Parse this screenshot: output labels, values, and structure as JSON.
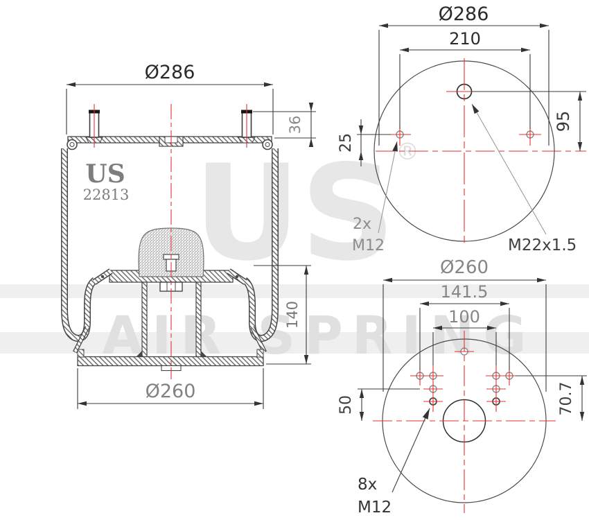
{
  "title": "US Air Spring 22813 technical drawing",
  "colors": {
    "red": "#e53030",
    "line_dark": "#3a3a3a",
    "dim_gray": "#868686",
    "watermark": "#e6e6e6",
    "background": "#ffffff"
  },
  "watermark": {
    "brand": "US",
    "registered": "®",
    "name": "AIR SPRING"
  },
  "side_view": {
    "dia_top": "Ø286",
    "stud_height": "36",
    "piston_height": "140",
    "dia_bottom": "Ø260",
    "brand_marking": "US",
    "part_number": "22813"
  },
  "top_view": {
    "dia": "Ø286",
    "stud_spacing": "210",
    "port_offset": "95",
    "stud_offset": "25",
    "stud_qty": "2x",
    "stud_thread": "M12",
    "port_thread": "M22x1.5"
  },
  "bottom_view": {
    "dia": "Ø260",
    "bolt_span_outer": "141.5",
    "bolt_span_inner": "100",
    "row_offset": "50",
    "top_row_offset": "70.7",
    "bolt_qty": "8x",
    "bolt_thread": "M12"
  }
}
